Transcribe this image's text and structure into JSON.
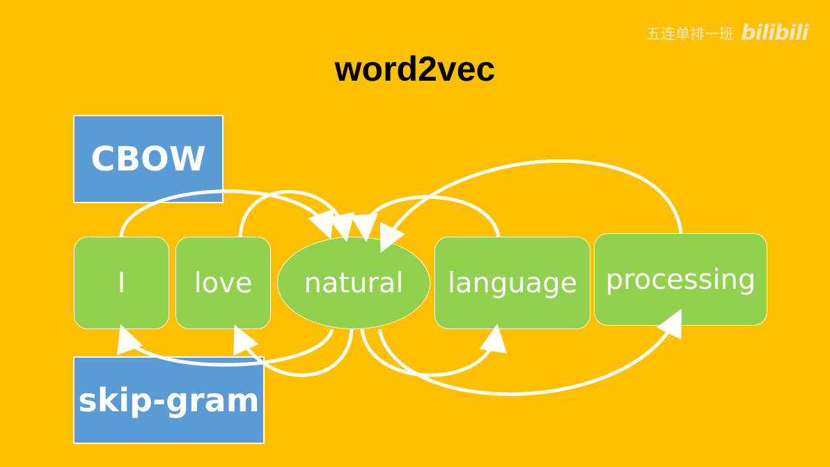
{
  "title": "word2vec",
  "watermark": {
    "text": "五连单排一班",
    "logo": "bilibili"
  },
  "labels": {
    "cbow": "CBOW",
    "skipgram": "skip-gram"
  },
  "words": [
    "I",
    "love",
    "natural",
    "language",
    "processing"
  ],
  "colors": {
    "background": "#FFC000",
    "label_box": "#5B9BD5",
    "word_box": "#92D050",
    "arrow": "#FFFFFF"
  },
  "diagram": {
    "center_word": "natural",
    "cbow_edges": [
      {
        "from": "I",
        "to": "natural"
      },
      {
        "from": "love",
        "to": "natural"
      },
      {
        "from": "language",
        "to": "natural"
      },
      {
        "from": "processing",
        "to": "natural"
      }
    ],
    "skipgram_edges": [
      {
        "from": "natural",
        "to": "I"
      },
      {
        "from": "natural",
        "to": "love"
      },
      {
        "from": "natural",
        "to": "language"
      },
      {
        "from": "natural",
        "to": "processing"
      }
    ]
  }
}
